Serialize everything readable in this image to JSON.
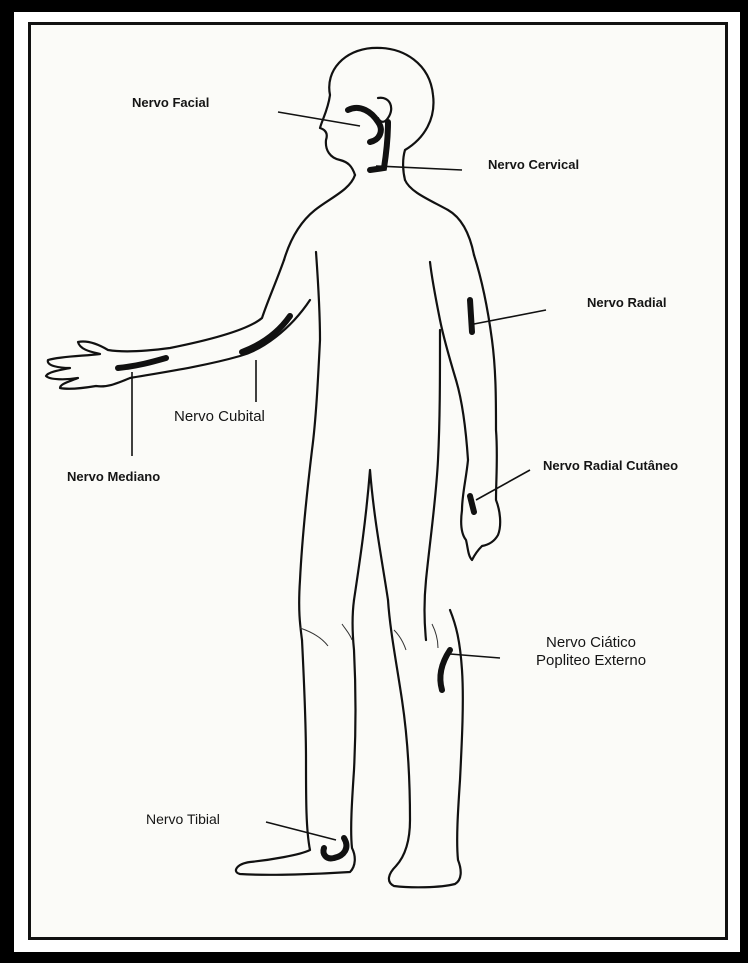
{
  "diagram": {
    "labels": {
      "facial": "Nervo Facial",
      "cervical": "Nervo Cervical",
      "radial": "Nervo Radial",
      "cubital": "Nervo Cubital",
      "mediano": "Nervo Mediano",
      "radial_cutaneo": "Nervo Radial Cutâneo",
      "ciatico_line1": "Nervo Ciático",
      "ciatico_line2": "Popliteo Externo",
      "tibial": "Nervo Tibial"
    },
    "colors": {
      "ink": "#111111",
      "paper": "#fbfbf8",
      "frame": "#000000"
    }
  }
}
